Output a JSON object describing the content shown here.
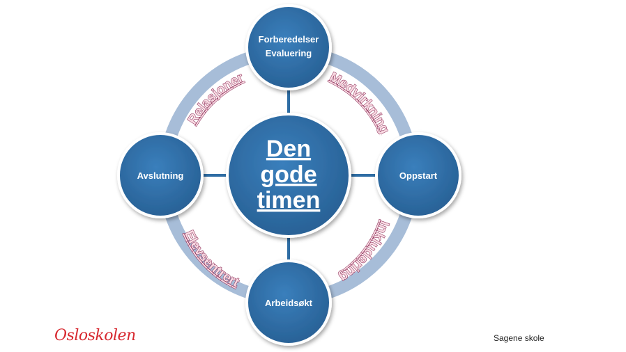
{
  "diagram": {
    "center": {
      "lines": [
        "Den",
        "gode",
        "timen"
      ]
    },
    "nodes": {
      "top": {
        "lines": [
          "Forberedelser",
          "Evaluering"
        ]
      },
      "right": {
        "lines": [
          "Oppstart"
        ]
      },
      "bottom": {
        "lines": [
          "Arbeidsøkt"
        ]
      },
      "left": {
        "lines": [
          "Avslutning"
        ]
      }
    },
    "arc_labels": {
      "top_left": "Relasjoner",
      "top_right": "Medvirkning",
      "bottom_right": "Inkludering",
      "bottom_left": "Elevsentrert"
    },
    "colors": {
      "node_fill": "#2e6da4",
      "ring": "#a7bdd8",
      "connector": "#2e6da4",
      "label_fill": "#f9dbe3",
      "label_stroke": "#8b2a55"
    }
  },
  "footer": {
    "logo_text": "Osloskolen",
    "school": "Sagene skole"
  }
}
